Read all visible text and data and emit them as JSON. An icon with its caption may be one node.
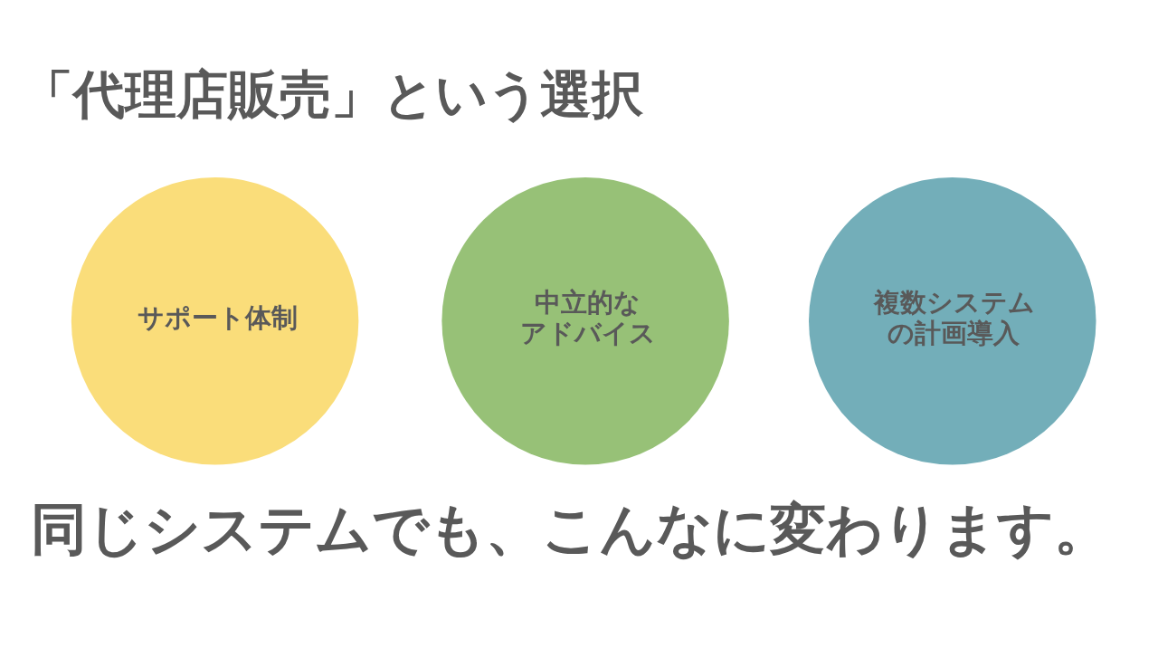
{
  "diagram": {
    "title": "「代理店販売」という選択",
    "caption": "同じシステムでも、こんなに変わります。",
    "nodes": [
      {
        "text": [
          "サポート体制"
        ]
      },
      {
        "text": [
          "中立的なアドバイス"
        ]
      },
      {
        "text": [
          "複数システムの計画導入"
        ]
      }
    ],
    "edges": []
  }
}
